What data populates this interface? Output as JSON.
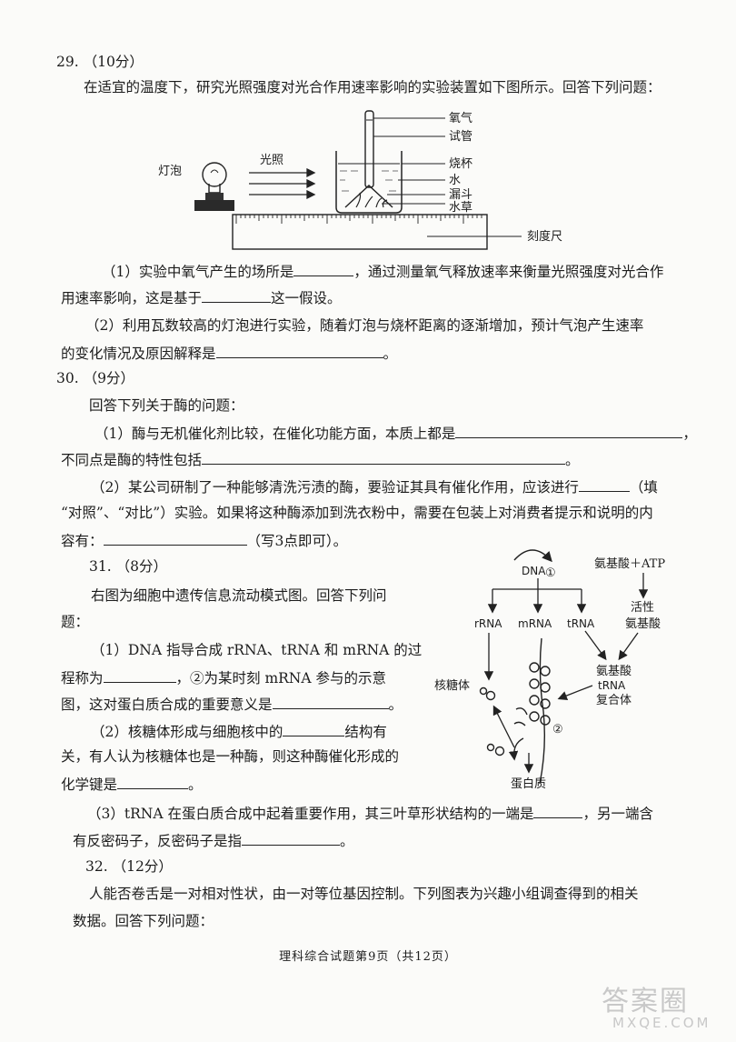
{
  "q29": {
    "number": "29.",
    "score": "（10分）",
    "intro": "在适宜的温度下，研究光照强度对光合作用速率影响的实验装置如下图所示。回答下列问题：",
    "diagram": {
      "lamp": "灯泡",
      "light": "光照",
      "oxygen": "氧气",
      "tube": "试管",
      "beaker": "烧杯",
      "water": "水",
      "funnel": "漏斗",
      "weed": "水草",
      "ruler": "刻度尺"
    },
    "p1a": "（1）实验中氧气产生的场所是",
    "p1b": "，通过测量氧气释放速率来衡量光照强度对光合作",
    "p1c": "用速率影响，这是基于",
    "p1d": "这一假设。",
    "p2a": "（2）利用瓦数较高的灯泡进行实验，随着灯泡与烧杯距离的逐渐增加，预计气泡产生速率",
    "p2b": "的变化情况及原因解释是",
    "p2c": "。"
  },
  "q30": {
    "number": "30.",
    "score": "（9分）",
    "intro": "回答下列关于酶的问题：",
    "p1a": "（1）酶与无机催化剂比较，在催化功能方面，本质上都是",
    "p1b": "，",
    "p1c": "不同点是酶的特性包括",
    "p1d": "。",
    "p2a": "（2）某公司研制了一种能够清洗污渍的酶，要验证其具有催化作用，应该进行",
    "p2b": "（填",
    "p2c": "“对照”、“对比”）实验。如果将这种酶添加到洗衣粉中，需要在包装上对消费者提示和说明的内",
    "p2d": "容有：",
    "p2e": "（写3点即可）。"
  },
  "q31": {
    "number": "31.",
    "score": "（8分）",
    "intro1": "右图为细胞中遗传信息流动模式图。回答下列问",
    "intro2": "题：",
    "p1a": "（1）DNA 指导合成 rRNA、tRNA 和 mRNA 的过",
    "p1b": "程称为",
    "p1c": "，②为某时刻 mRNA 参与的示意",
    "p1d": "图，这对蛋白质合成的重要意义是",
    "p1e": "。",
    "p2a": "（2）核糖体形成与细胞核中的",
    "p2b": "结构有",
    "p2c": "关，有人认为核糖体也是一种酶，则这种酶催化形成的",
    "p2d": "化学键是",
    "p2e": "。",
    "p3a": "（3）tRNA 在蛋白质合成中起着重要作用，其三叶草形状结构的一端是",
    "p3b": "，另一端含",
    "p3c": "有反密码子，反密码子是指",
    "p3d": "。",
    "diagram": {
      "dna": "DNA",
      "step1": "①",
      "aa_atp": "氨基酸＋ATP",
      "rrna": "rRNA",
      "mrna": "mRNA",
      "trna": "tRNA",
      "active1": "活性",
      "active2": "氨基酸",
      "complex1": "氨基酸",
      "complex2": "tRNA",
      "complex3": "复合体",
      "ribosome": "核糖体",
      "step2": "②",
      "protein": "蛋白质"
    }
  },
  "q32": {
    "number": "32.",
    "score": "（12分）",
    "p1": "人能否卷舌是一对相对性状，由一对等位基因控制。下列图表为兴趣小组调查得到的相关",
    "p2": "数据。回答下列问题："
  },
  "footer": "理科综合试题第9页（共12页）",
  "watermark": {
    "logo": "答案圈",
    "url": "MXQE.COM"
  }
}
